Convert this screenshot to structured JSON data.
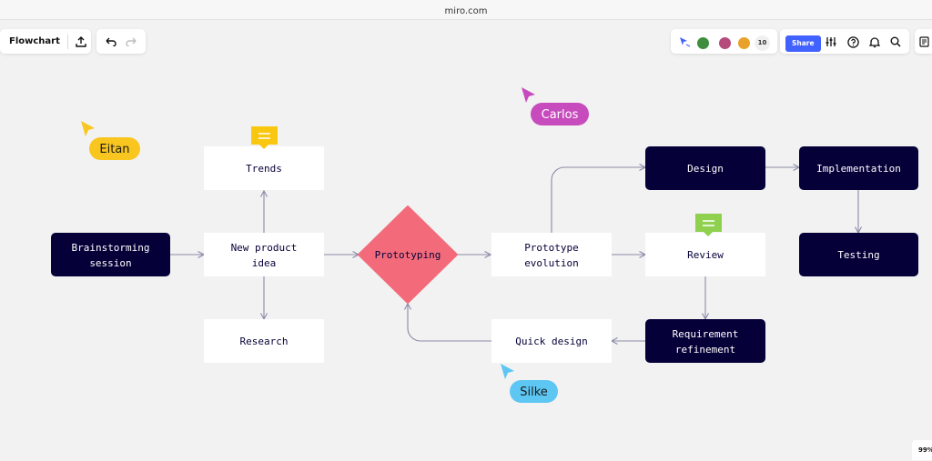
{
  "browser": {
    "url": "miro.com"
  },
  "toolbar": {
    "board_name": "Flowchart"
  },
  "collab": {
    "share_label": "Share",
    "participant_count": "10",
    "avatar_colors": [
      "#3e8e3e",
      "#b54a7c",
      "#e8a22c"
    ]
  },
  "cursors": [
    {
      "name": "Eitan",
      "color": "#f9c61f",
      "text_color": "#1a1a1a"
    },
    {
      "name": "Carlos",
      "color": "#c74bbd",
      "text_color": "#ffffff"
    },
    {
      "name": "Silke",
      "color": "#5ec6f2",
      "text_color": "#1a1a1a"
    }
  ],
  "nodes": {
    "brainstorming": [
      "Brainstorming",
      "session"
    ],
    "new_product": [
      "New product",
      "idea"
    ],
    "trends": [
      "Trends"
    ],
    "research": [
      "Research"
    ],
    "prototyping": [
      "Prototyping"
    ],
    "prototype_evolution": [
      "Prototype",
      "evolution"
    ],
    "design": [
      "Design"
    ],
    "review": [
      "Review"
    ],
    "implementation": [
      "Implementation"
    ],
    "testing": [
      "Testing"
    ],
    "requirement_refinement": [
      "Requirement",
      "refinement"
    ],
    "quick_design": [
      "Quick design"
    ]
  },
  "status": {
    "zoom": "99%"
  },
  "colors": {
    "dark_node": "#050038",
    "light_node": "#ffffff",
    "diamond": "#f36b7a",
    "connector": "#8a8aa8",
    "comment_yellow": "#fac710",
    "comment_green": "#8fd14f",
    "accent": "#4262ff"
  }
}
